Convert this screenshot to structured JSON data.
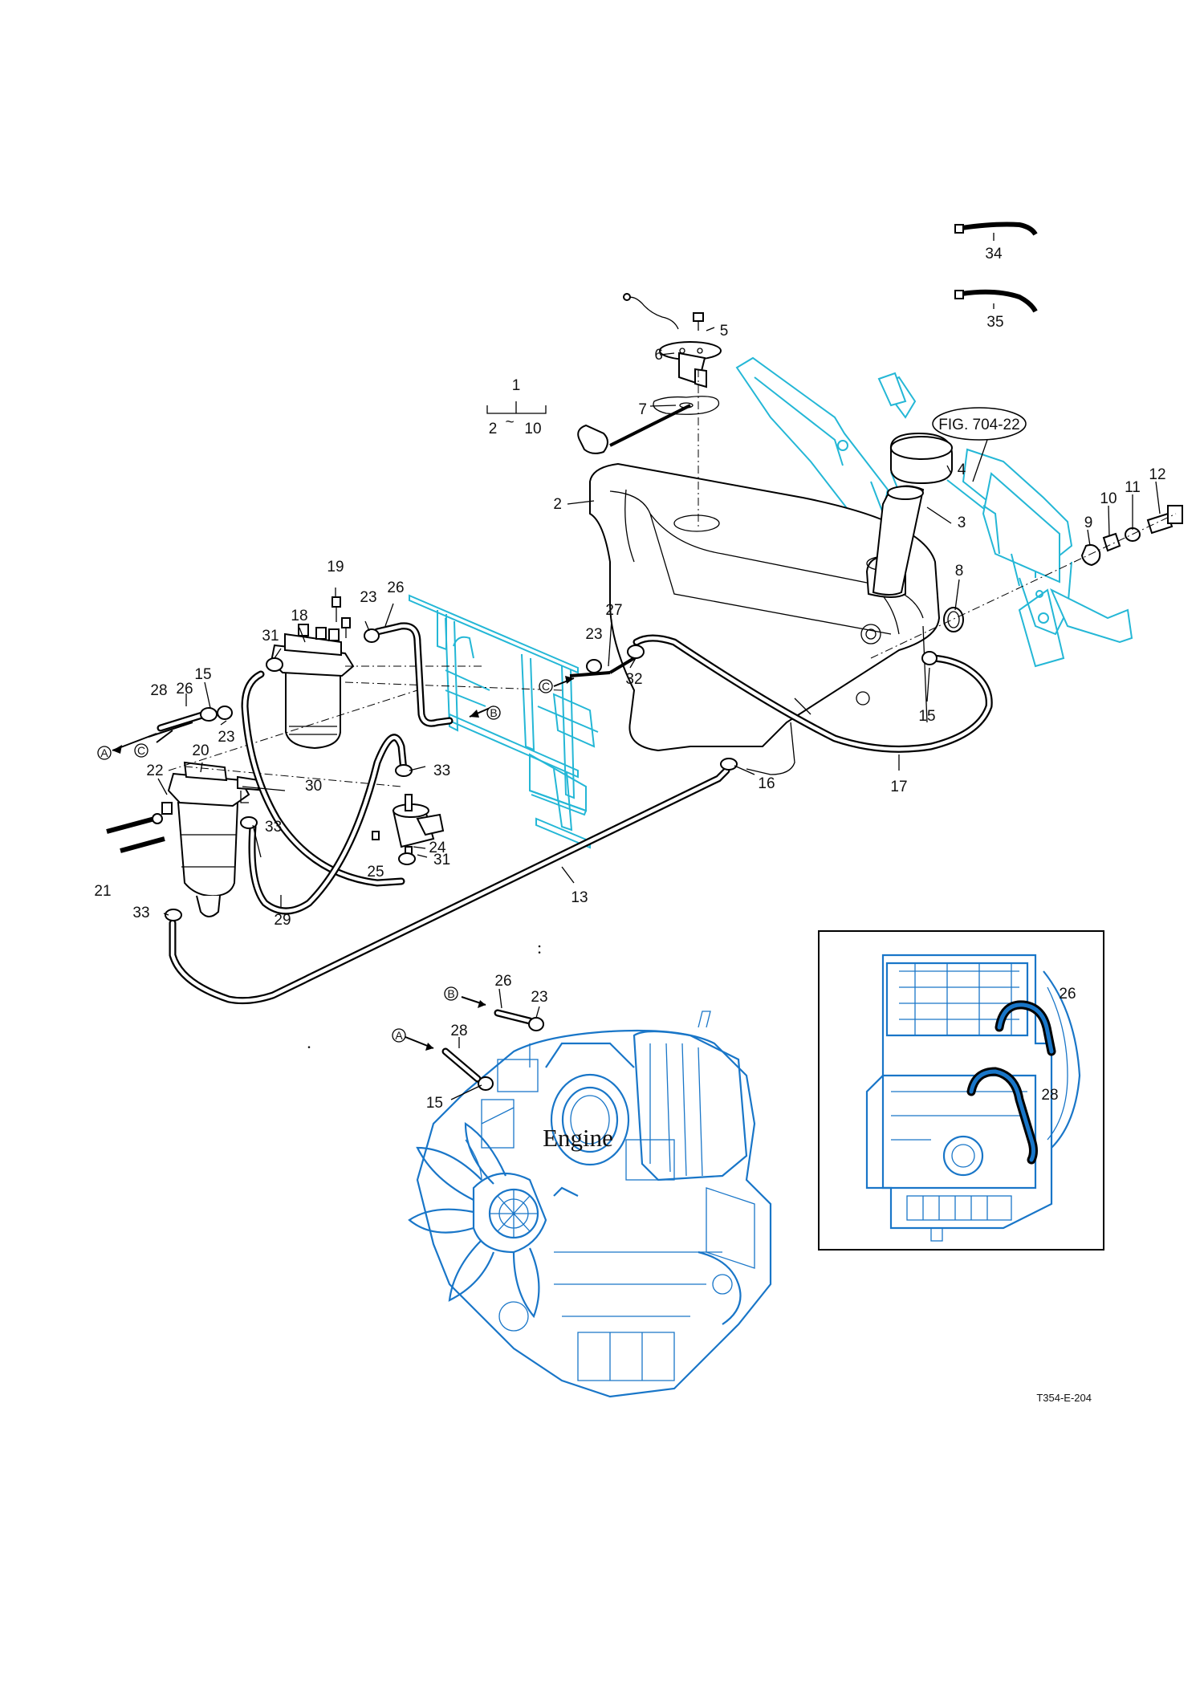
{
  "diagram": {
    "drawing_code": "T354-E-204",
    "figure_reference": "FIG. 704-22",
    "engine_label": "Engine",
    "group": {
      "top": "1",
      "left": "2",
      "tilde": "~",
      "right": "10"
    },
    "colon_mark": ":",
    "period_mark": ".",
    "connectors": [
      "A",
      "B",
      "C"
    ],
    "callouts": [
      "2",
      "3",
      "4",
      "5",
      "6",
      "7",
      "8",
      "9",
      "10",
      "11",
      "12",
      "13",
      "15",
      "16",
      "17",
      "18",
      "19",
      "20",
      "21",
      "22",
      "23",
      "24",
      "25",
      "26",
      "27",
      "28",
      "29",
      "30",
      "31",
      "32",
      "33",
      "34",
      "35"
    ],
    "colors": {
      "line": "#000000",
      "frame": "#24b7d6",
      "engine": "#1976c8"
    }
  }
}
